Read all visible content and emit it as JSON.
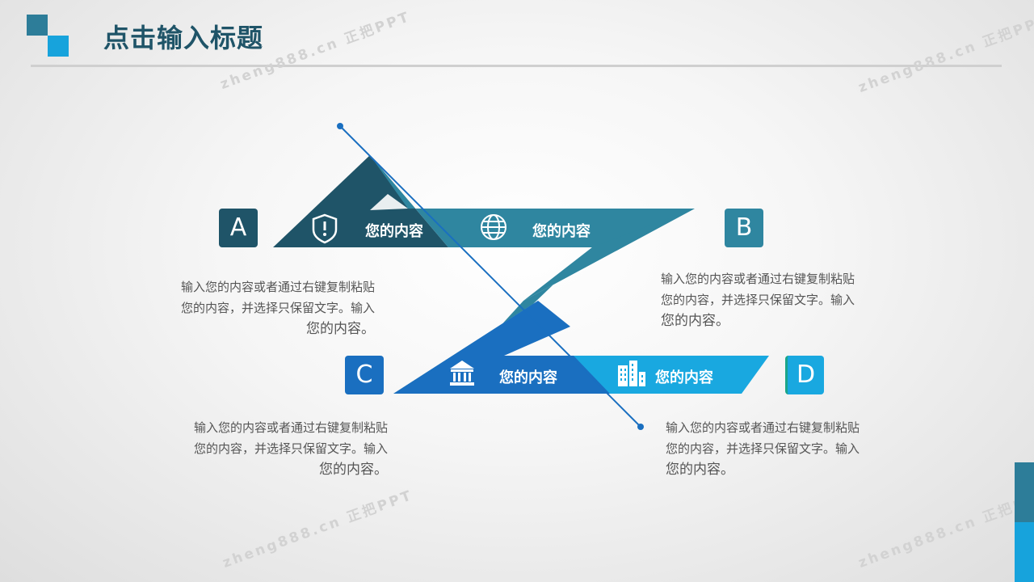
{
  "title": "点击输入标题",
  "watermark": "zheng888.cn 正把PPT",
  "colors": {
    "dark_teal": "#1f5468",
    "mid_teal": "#2f86a0",
    "blue": "#1a6fc0",
    "light_blue": "#19a8e0",
    "badge_d_edge": "#1aa58a"
  },
  "items": [
    {
      "letter": "A",
      "label": "您的内容",
      "icon": "shield-icon",
      "desc": [
        "输入您的内容或者通过右键复制粘贴",
        "您的内容，并选择只保留文字。输入",
        "您的内容。"
      ]
    },
    {
      "letter": "B",
      "label": "您的内容",
      "icon": "globe-icon",
      "desc": [
        "输入您的内容或者通过右键复制粘贴",
        "您的内容，并选择只保留文字。输入",
        "您的内容。"
      ]
    },
    {
      "letter": "C",
      "label": "您的内容",
      "icon": "bank-icon",
      "desc": [
        "输入您的内容或者通过右键复制粘贴",
        "您的内容，并选择只保留文字。输入",
        "您的内容。"
      ]
    },
    {
      "letter": "D",
      "label": "您的内容",
      "icon": "buildings-icon",
      "desc": [
        "输入您的内容或者通过右键复制粘贴",
        "您的内容，并选择只保留文字。输入",
        "您的内容。"
      ]
    }
  ]
}
